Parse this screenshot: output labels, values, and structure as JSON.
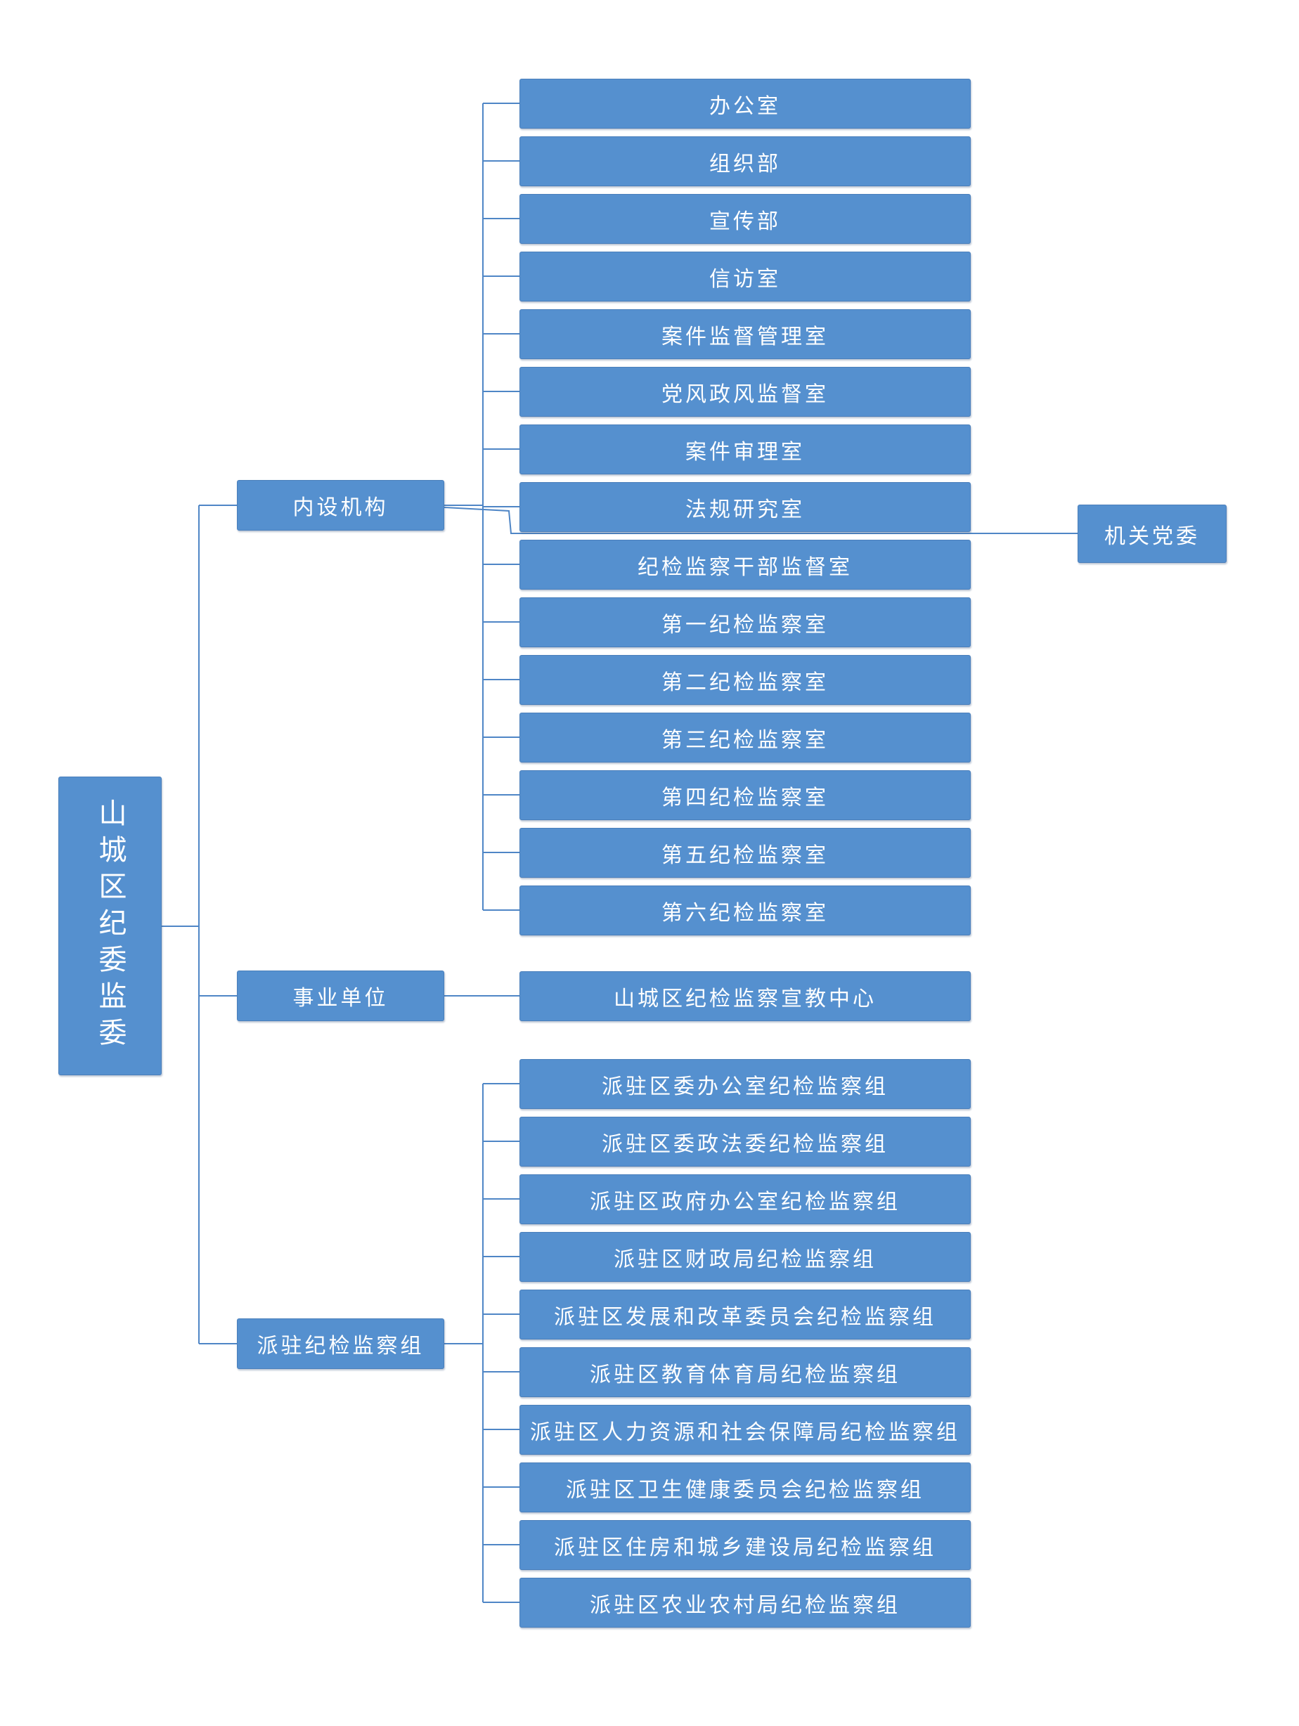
{
  "root": {
    "label": "山城区纪委监委"
  },
  "side": {
    "label": "机关党委"
  },
  "branches": [
    {
      "label": "内设机构",
      "children": [
        "办公室",
        "组织部",
        "宣传部",
        "信访室",
        "案件监督管理室",
        "党风政风监督室",
        "案件审理室",
        "法规研究室",
        "纪检监察干部监督室",
        "第一纪检监察室",
        "第二纪检监察室",
        "第三纪检监察室",
        "第四纪检监察室",
        "第五纪检监察室",
        "第六纪检监察室"
      ]
    },
    {
      "label": "事业单位",
      "children": [
        "山城区纪检监察宣教中心"
      ]
    },
    {
      "label": "派驻纪检监察组",
      "children": [
        "派驻区委办公室纪检监察组",
        "派驻区委政法委纪检监察组",
        "派驻区政府办公室纪检监察组",
        "派驻区财政局纪检监察组",
        "派驻区发展和改革委员会纪检监察组",
        "派驻区教育体育局纪检监察组",
        "派驻区人力资源和社会保障局纪检监察组",
        "派驻区卫生健康委员会纪检监察组",
        "派驻区住房和城乡建设局纪检监察组",
        "派驻区农业农村局纪检监察组"
      ]
    }
  ],
  "colors": {
    "box": "#5590cf",
    "box_border": "#4a7fbb",
    "line": "#4f86c6",
    "text": "#ffffff"
  }
}
